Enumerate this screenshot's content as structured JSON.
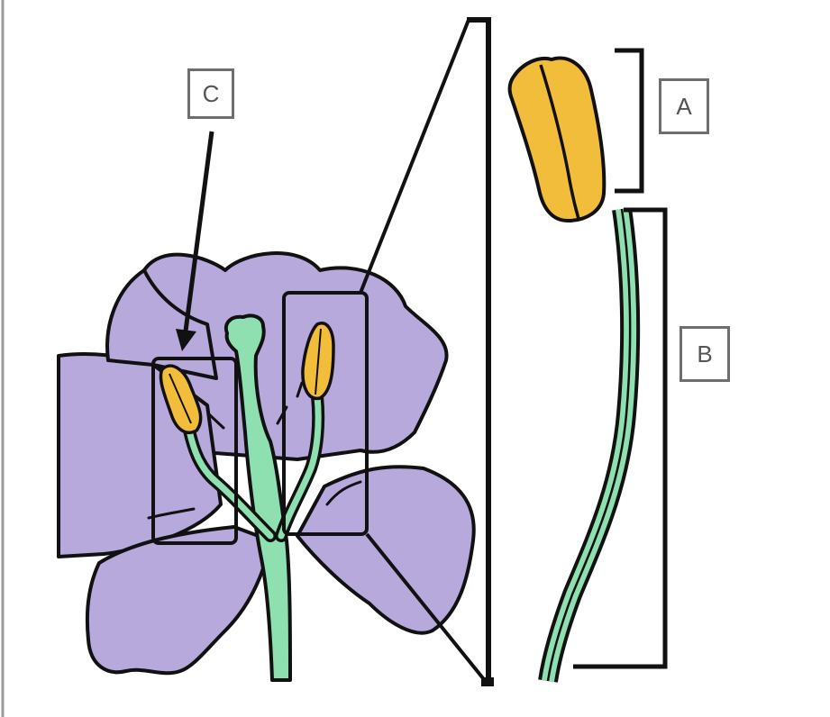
{
  "labels": {
    "c": "C",
    "a": "A",
    "b": "B"
  },
  "colors": {
    "petal": "#b8a9dd",
    "anther": "#f3bd3c",
    "filament": "#8ee0b1",
    "outline": "#111111",
    "label_border": "#6e6e6e"
  }
}
